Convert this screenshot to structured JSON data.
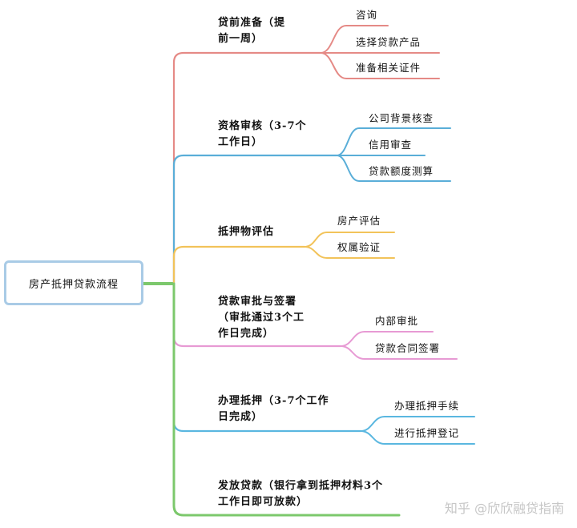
{
  "root": {
    "label": "房产抵押贷款流程"
  },
  "branches": [
    {
      "title_lines": [
        "贷前准备（提",
        "前一周）"
      ],
      "color": "#e58a86",
      "children": [
        "咨询",
        "选择贷款产品",
        "准备相关证件"
      ]
    },
    {
      "title_lines": [
        "资格审核（3-7个",
        "工作日）"
      ],
      "color": "#5aaed8",
      "children": [
        "公司背景核查",
        "信用审查",
        "贷款额度测算"
      ]
    },
    {
      "title_lines": [
        "抵押物评估"
      ],
      "color": "#f2c35a",
      "children": [
        "房产评估",
        "权属验证"
      ]
    },
    {
      "title_lines": [
        "贷款审批与签署",
        "（审批通过3个工",
        "作日完成）"
      ],
      "color": "#e79ad4",
      "children": [
        "内部审批",
        "贷款合同签署"
      ]
    },
    {
      "title_lines": [
        "办理抵押（3-7个工作",
        "日完成）"
      ],
      "color": "#5ab7e0",
      "children": [
        "办理抵押手续",
        "进行抵押登记"
      ]
    },
    {
      "title_lines": [
        "发放贷款（银行拿到抵押材料3个",
        "工作日即可放款）"
      ],
      "color": "#7cc86c",
      "children": []
    }
  ],
  "watermark": "知乎 @欣欣融贷指南"
}
